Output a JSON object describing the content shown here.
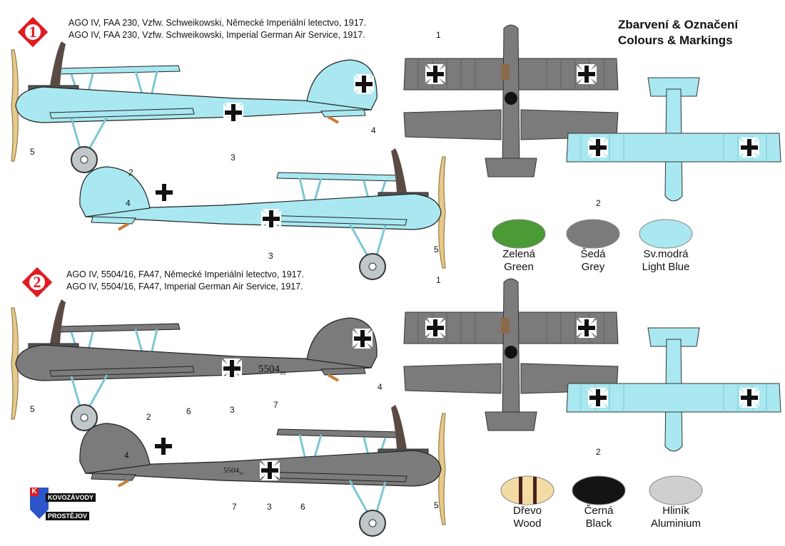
{
  "title": {
    "line1": "Zbarvení & Označení",
    "line2": "Colours & Markings"
  },
  "schemes": [
    {
      "number": "1",
      "caption_cz": "AGO IV, FAA 230, Vzfw. Schweikowski, Německé Imperiální letectvo, 1917.",
      "caption_en": "AGO IV, FAA 230, Vzfw. Schweikowski, Imperial German Air Service, 1917."
    },
    {
      "number": "2",
      "caption_cz": "AGO IV, 5504/16, FA47, Německé Imperiální letectvo, 1917.",
      "caption_en": "AGO IV, 5504/16, FA47, Imperial German Air Service, 1917."
    }
  ],
  "callouts": {
    "n1": "1",
    "n2": "2",
    "n3": "3",
    "n4": "4",
    "n5": "5",
    "n6": "6",
    "n7": "7"
  },
  "serial": "5504",
  "serial_sub": "16",
  "colours": [
    {
      "cz": "Zelená",
      "en": "Green",
      "hex": "#4a9a35"
    },
    {
      "cz": "Šedá",
      "en": "Grey",
      "hex": "#7b7b7b"
    },
    {
      "cz": "Sv.modrá",
      "en": "Light Blue",
      "hex": "#a9e8f0"
    },
    {
      "cz": "Dřevo",
      "en": "Wood",
      "hex": "#f2dca4"
    },
    {
      "cz": "Černá",
      "en": "Black",
      "hex": "#141414"
    },
    {
      "cz": "Hliník",
      "en": "Aluminium",
      "hex": "#cfcfcf"
    }
  ],
  "logo": {
    "line1": "KOVOZÁVODY",
    "line2": "PROSTĚJOV",
    "mark": "K"
  },
  "palette": {
    "blue": "#a9e8f0",
    "grey": "#7b7b7b",
    "dark": "#555555"
  }
}
